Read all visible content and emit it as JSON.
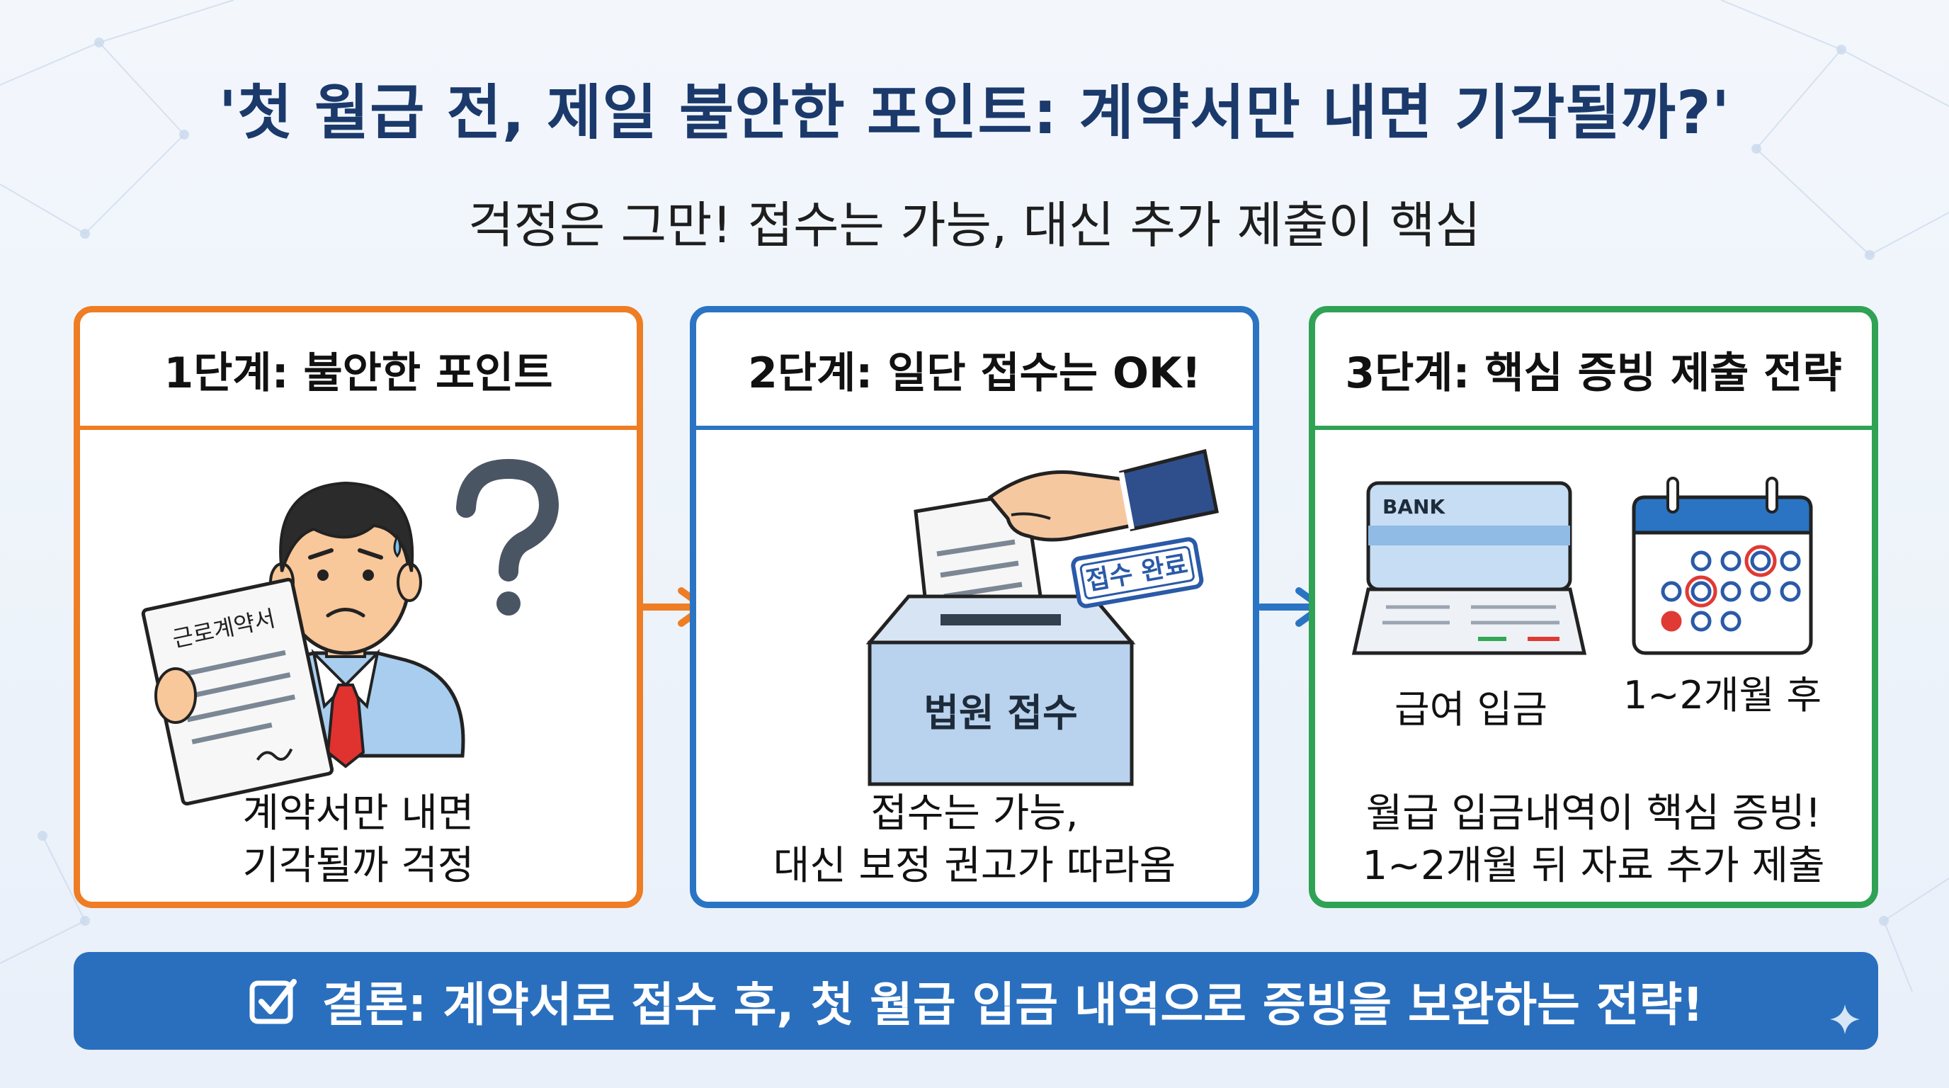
{
  "title": "'첫 월급 전, 제일 불안한 포인트: 계약서만 내면 기각될까?'",
  "subtitle": "걱정은 그만! 접수는 가능, 대신 추가 제출이 핵심",
  "colors": {
    "step1": "#ee7d24",
    "step2": "#2a74c3",
    "step3": "#2fa254",
    "banner": "#2a6fbe",
    "title": "#1b3a6b"
  },
  "steps": [
    {
      "header": "1단계: 불안한 포인트",
      "illustration": {
        "icon": "worried-person-icon",
        "document_label": "근로계약서"
      },
      "caption_lines": [
        "계약서만 내면",
        "기각될까 걱정"
      ]
    },
    {
      "header": "2단계: 일단 접수는 OK!",
      "illustration": {
        "icon": "ballot-box-icon",
        "box_label": "법원 접수",
        "stamp_label": "접수 완료"
      },
      "caption_lines": [
        "접수는 가능,",
        "대신 보정 권고가 따라옴"
      ]
    },
    {
      "header": "3단계: 핵심 증빙 제출 전략",
      "illustration": {
        "bank_label": "BANK",
        "bank_caption": "급여 입금",
        "calendar_caption": "1~2개월 후"
      },
      "caption_lines": [
        "월급 입금내역이 핵심 증빙!",
        "1~2개월 뒤 자료 추가 제출"
      ]
    }
  ],
  "conclusion": "결론: 계약서로 접수 후, 첫 월급 입금 내역으로 증빙을 보완하는 전략!"
}
